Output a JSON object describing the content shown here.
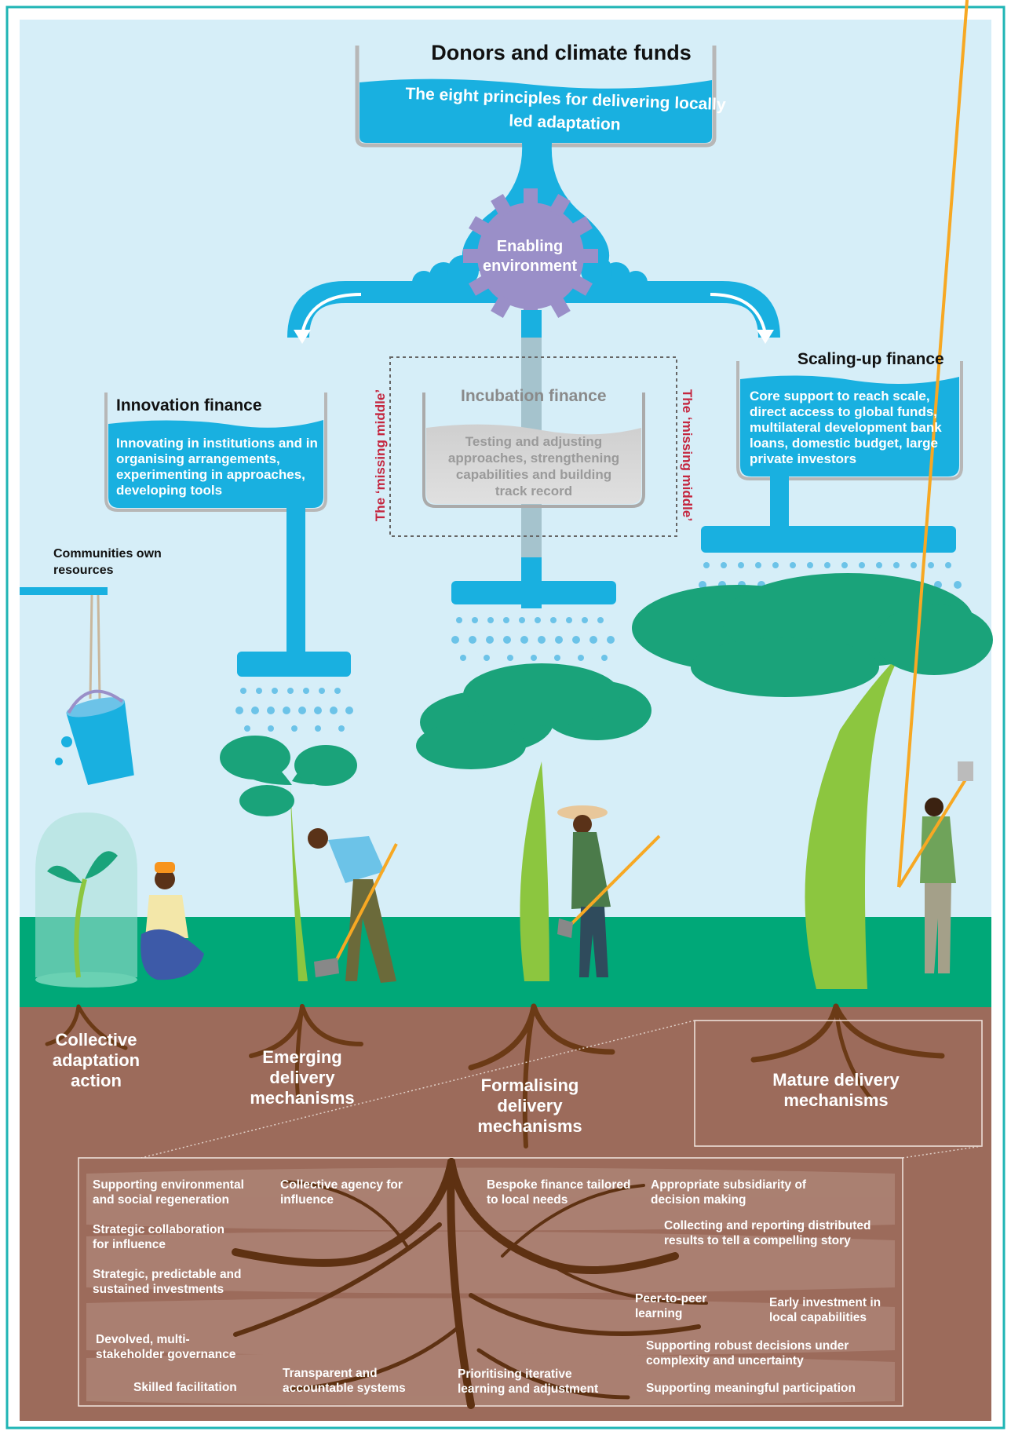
{
  "header": {
    "title": "Donors and climate funds",
    "subtitle": "The eight principles for delivering locally led adaptation"
  },
  "hub": {
    "label": "Enabling environment"
  },
  "finance": {
    "innovation": {
      "title": "Innovation finance",
      "body": "Innovating in institutions and in organising arrangements, experimenting in approaches, developing tools"
    },
    "incubation": {
      "title": "Incubation finance",
      "body": "Testing and adjusting approaches, strengthening capabilities and building track record"
    },
    "scaling": {
      "title": "Scaling-up finance",
      "body": "Core support to reach scale, direct access to global funds, multilateral development bank loans, domestic budget, large private investors"
    },
    "missing_middle": "The ‘missing middle’",
    "communities": "Communities own resources"
  },
  "stages": {
    "collective": "Collective adaptation action",
    "emerging": "Emerging delivery mechanisms",
    "formalising": "Formalising delivery mechanisms",
    "mature": "Mature delivery mechanisms"
  },
  "roots": [
    "Supporting environmental and social regeneration",
    "Collective agency for influence",
    "Bespoke finance tailored to local needs",
    "Appropriate subsidiarity of decision making",
    "Strategic collaboration for influence",
    "Collecting and reporting distributed results to tell a compelling story",
    "Strategic, predictable and sustained investments",
    "Peer-to-peer learning",
    "Early investment in local capabilities",
    "Devolved, multi-stakeholder governance",
    "Supporting robust decisions under complexity and uncertainty",
    "Skilled facilitation",
    "Transparent and accountable systems",
    "Prioritising iterative learning and adjustment",
    "Supporting meaningful participation"
  ],
  "colors": {
    "frame": "#1fb5b5",
    "sky": "#d6eef8",
    "water": "#19b0e0",
    "hub": "#9a8fc8",
    "grass": "#00a878",
    "soil": "#9c6b5b",
    "tree_trunk": "#8cc63f",
    "tree_canopy": "#1aa37a",
    "root": "#6b3a16",
    "missing_middle": "#c4263f"
  }
}
